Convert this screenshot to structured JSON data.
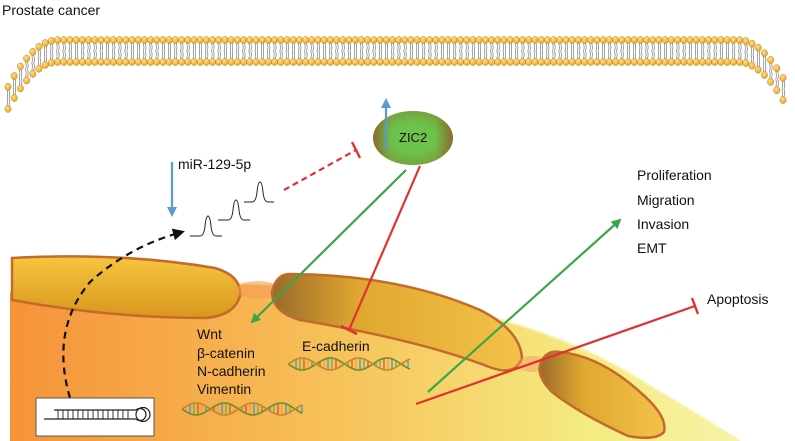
{
  "title": "Prostate cancer",
  "zic2_label": "ZIC2",
  "mirna_label": "miR-129-5p",
  "outcomes_up": [
    "Proliferation",
    "Migration",
    "Invasion",
    "EMT"
  ],
  "outcome_down": "Apoptosis",
  "wnt_targets": [
    "Wnt",
    "β-catenin",
    "N-cadherin",
    "Vimentin"
  ],
  "ecadherin_label": "E-cadherin",
  "colors": {
    "activation_arrow": "#3aa64a",
    "inhibition_arrow": "#e03030",
    "upregulation_arrow": "#5b9bd5",
    "membrane_head": "#f0b030",
    "zic2_center": "#6cc24a",
    "zic2_edge": "#8a6a2a",
    "tissue_orange": "#f7a040",
    "tissue_yellow": "#f4ee80",
    "fiber": "#e2a832",
    "fiber_outline": "#c46a2a"
  },
  "icons": [
    "membrane-bilayer-icon",
    "dna-helix-icon",
    "stem-loop-rna-icon",
    "mirna-peaks-icon"
  ]
}
